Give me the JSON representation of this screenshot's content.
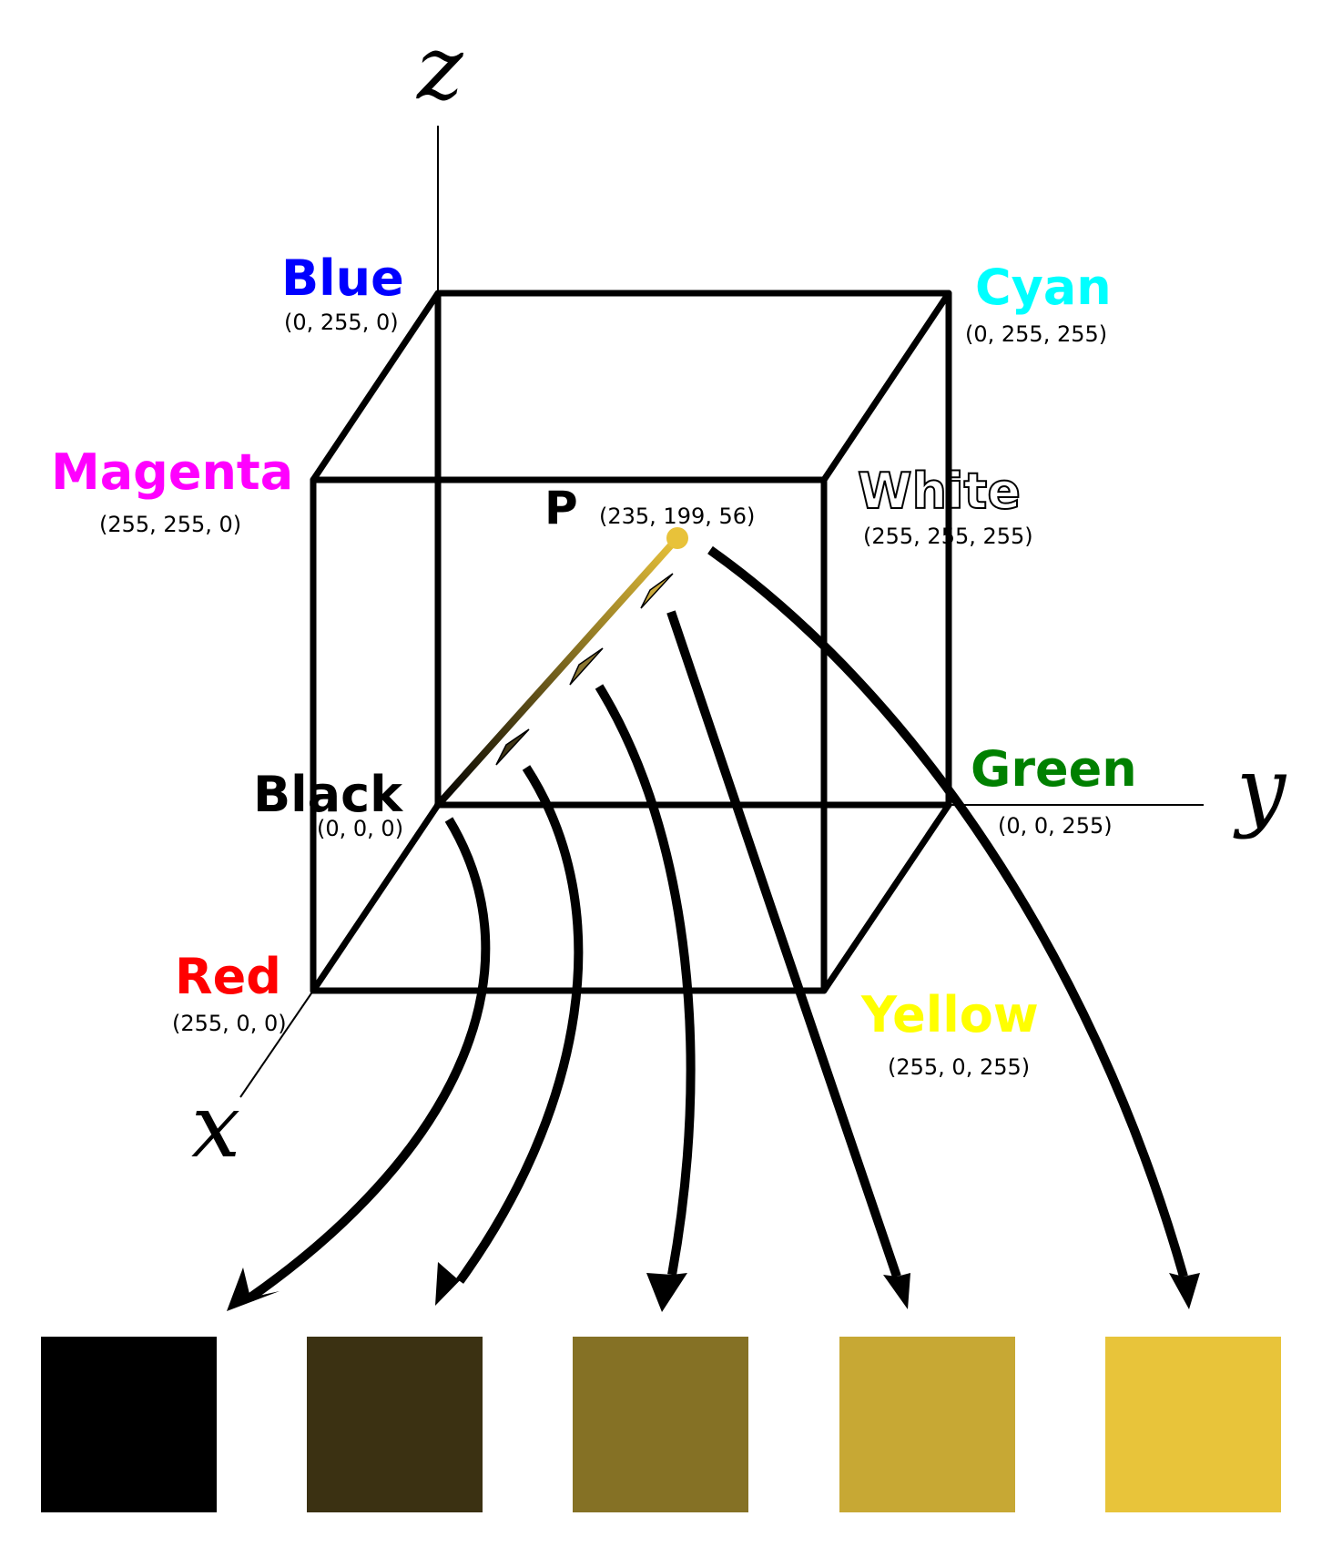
{
  "axes": {
    "x": "x",
    "y": "y",
    "z": "z"
  },
  "vertices": [
    {
      "id": "blue",
      "name": "Blue",
      "coords": "(0, 255, 0)",
      "color": "#0000ff"
    },
    {
      "id": "cyan",
      "name": "Cyan",
      "coords": "(0, 255, 255)",
      "color": "#00ffff"
    },
    {
      "id": "magenta",
      "name": "Magenta",
      "coords": "(255, 255, 0)",
      "color": "#ff00ff"
    },
    {
      "id": "white",
      "name": "White",
      "coords": "(255, 255, 255)",
      "color": "#ffffff"
    },
    {
      "id": "black",
      "name": "Black",
      "coords": "(0, 0, 0)",
      "color": "#000000"
    },
    {
      "id": "green",
      "name": "Green",
      "coords": "(0, 0, 255)",
      "color": "#008000"
    },
    {
      "id": "red",
      "name": "Red",
      "coords": "(255, 0, 0)",
      "color": "#ff0000"
    },
    {
      "id": "yellow",
      "name": "Yellow",
      "coords": "(255, 0, 255)",
      "color": "#ffff00"
    }
  ],
  "point": {
    "name": "P",
    "coords": "(235, 199, 56)",
    "color": "#e8c23a"
  },
  "swatches": [
    {
      "color": "#000000"
    },
    {
      "color": "#3b3112"
    },
    {
      "color": "#857125"
    },
    {
      "color": "#c7a834"
    },
    {
      "color": "#e8c43a"
    }
  ]
}
